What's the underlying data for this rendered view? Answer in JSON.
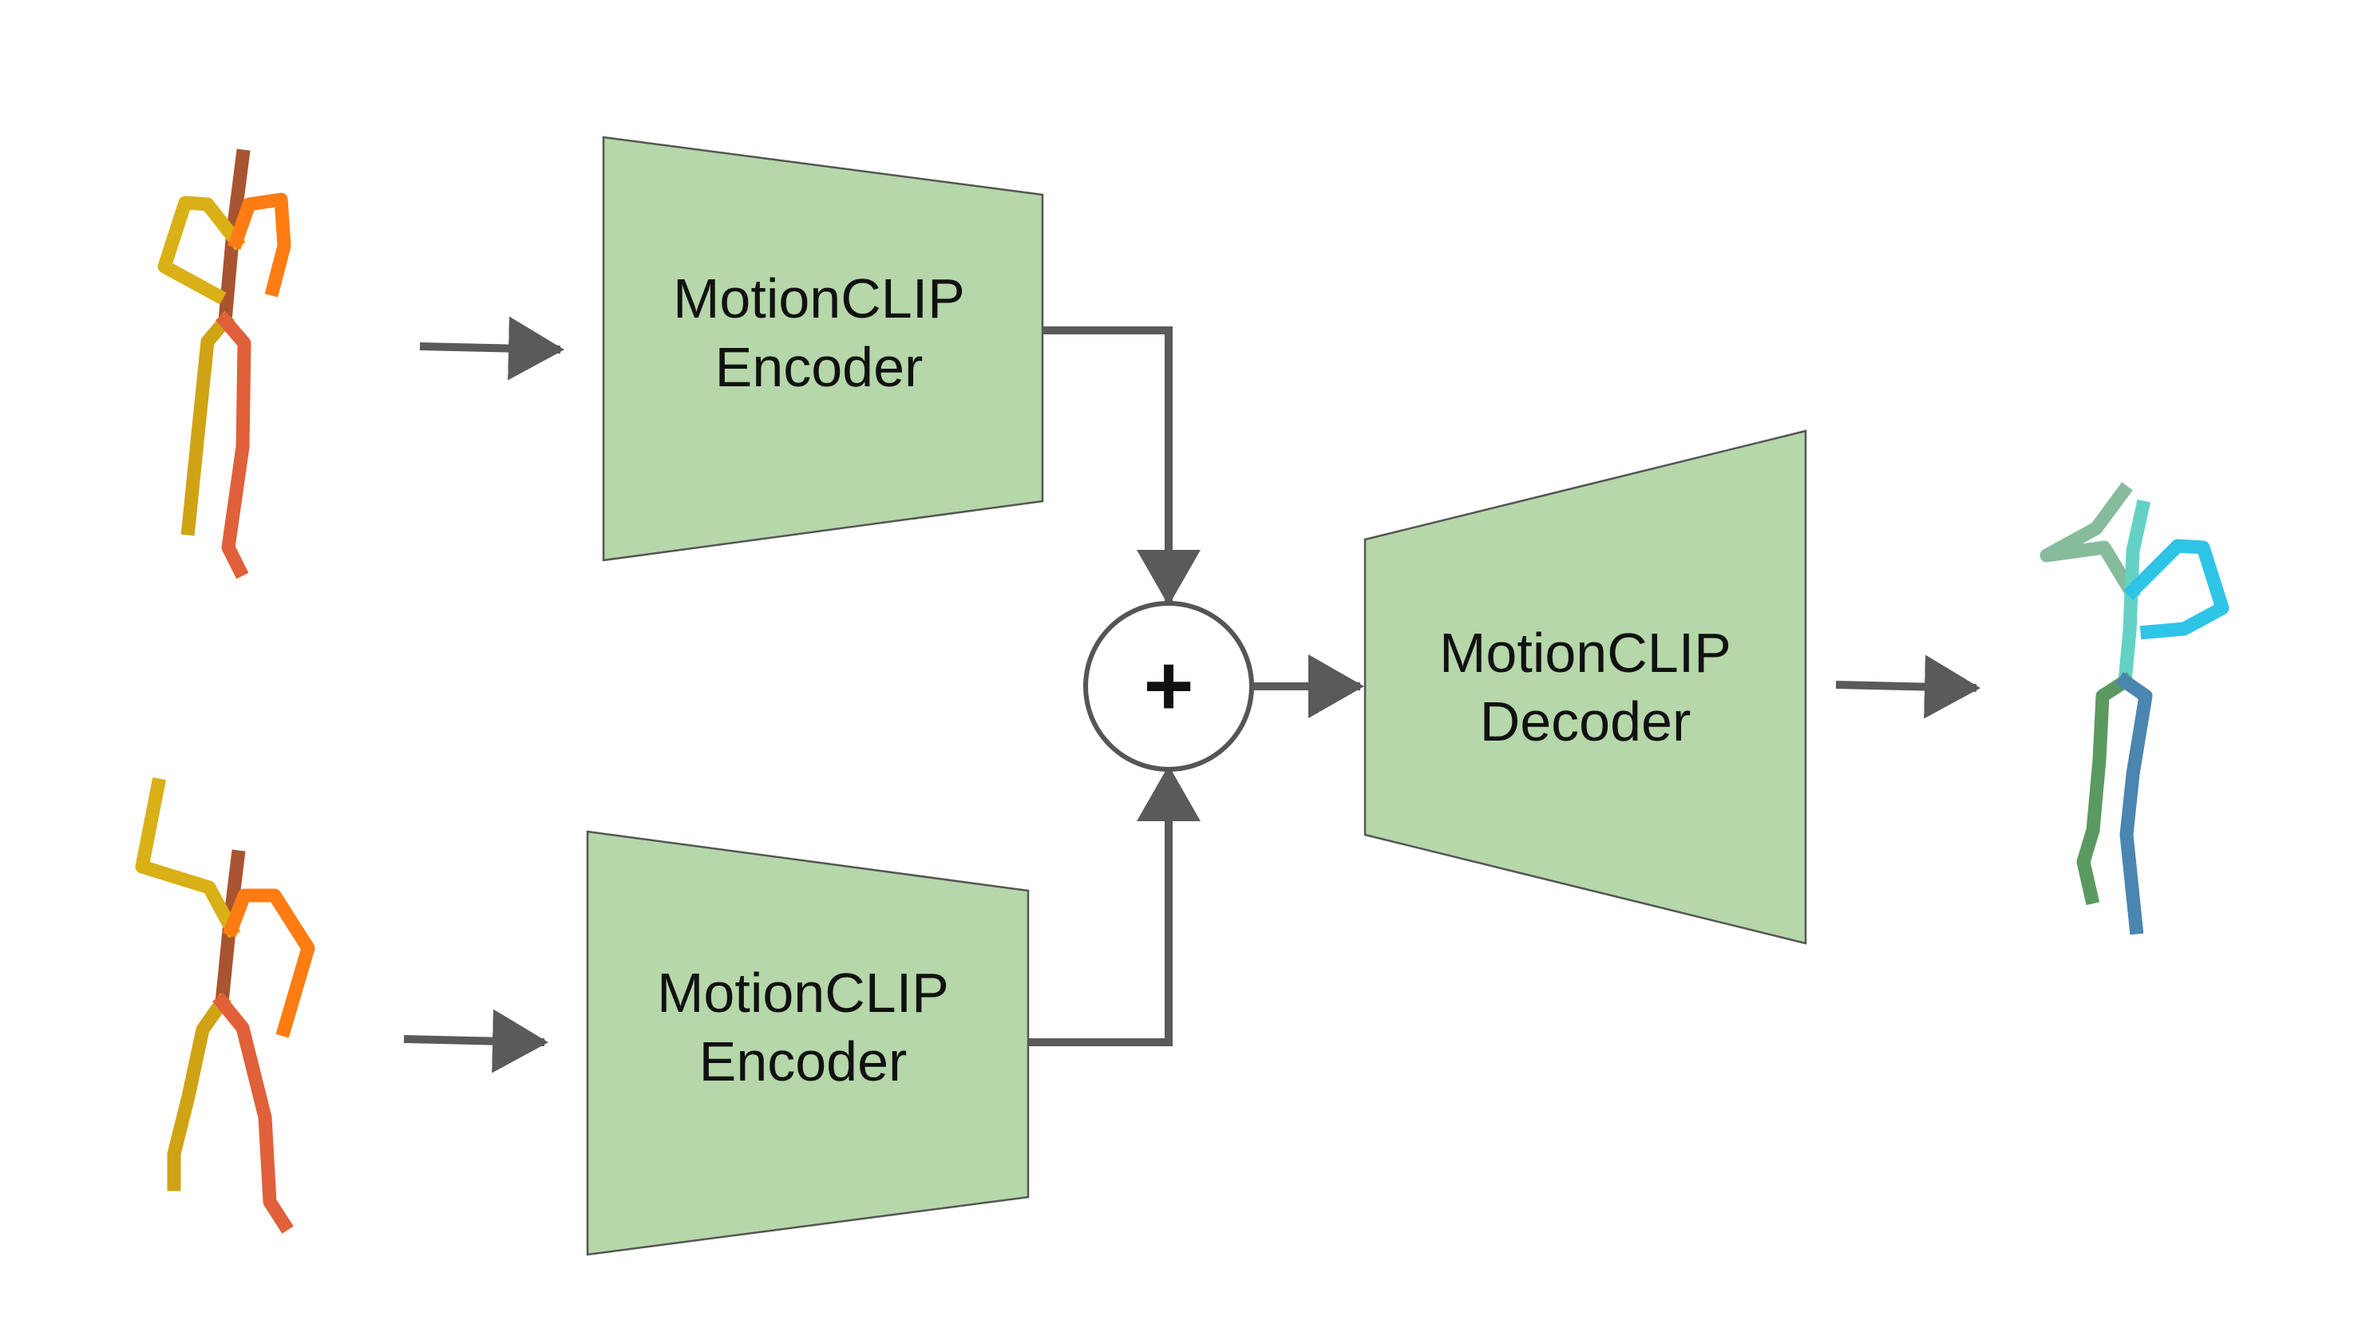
{
  "blocks": {
    "encoder_top": {
      "line1": "MotionCLIP",
      "line2": "Encoder"
    },
    "encoder_bottom": {
      "line1": "MotionCLIP",
      "line2": "Encoder"
    },
    "decoder": {
      "line1": "MotionCLIP",
      "line2": "Decoder"
    }
  },
  "combine": {
    "symbol": "+"
  },
  "colors": {
    "block_fill": "#b5d7a9",
    "block_stroke": "#555555",
    "arrow": "#5a5a5a",
    "background": "#ffffff"
  },
  "figures": {
    "input_top": {
      "palette": [
        "#a85430",
        "#d9b016",
        "#ff7c12",
        "#cfa314",
        "#e0603a"
      ]
    },
    "input_bottom": {
      "palette": [
        "#a85430",
        "#d9b016",
        "#ff7c12",
        "#cfa314",
        "#e0603a"
      ]
    },
    "output": {
      "palette": [
        "#86bc9c",
        "#63d2c4",
        "#2ec4e6",
        "#5a9a60",
        "#4a86b0"
      ]
    }
  }
}
